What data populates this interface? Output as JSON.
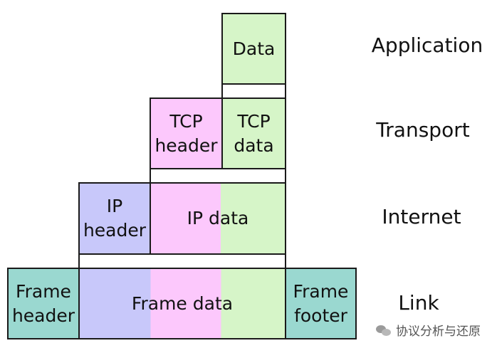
{
  "layers": {
    "application": "Application",
    "transport": "Transport",
    "internet": "Internet",
    "link": "Link"
  },
  "application": {
    "data": "Data"
  },
  "transport": {
    "tcp_header": "TCP\nheader",
    "tcp_data": "TCP\ndata"
  },
  "internet": {
    "ip_header": "IP\nheader",
    "ip_data": "IP data"
  },
  "link": {
    "frame_header": "Frame\nheader",
    "frame_data": "Frame data",
    "frame_footer": "Frame\nfooter"
  },
  "watermark": {
    "text": "协议分析与还原",
    "icon": "wechat-icon"
  },
  "colors": {
    "data_green": "#d6f5c8",
    "tcp_pink": "#fcc8fc",
    "ip_lavender": "#c8c8fa",
    "frame_teal": "#9ad8d0"
  }
}
